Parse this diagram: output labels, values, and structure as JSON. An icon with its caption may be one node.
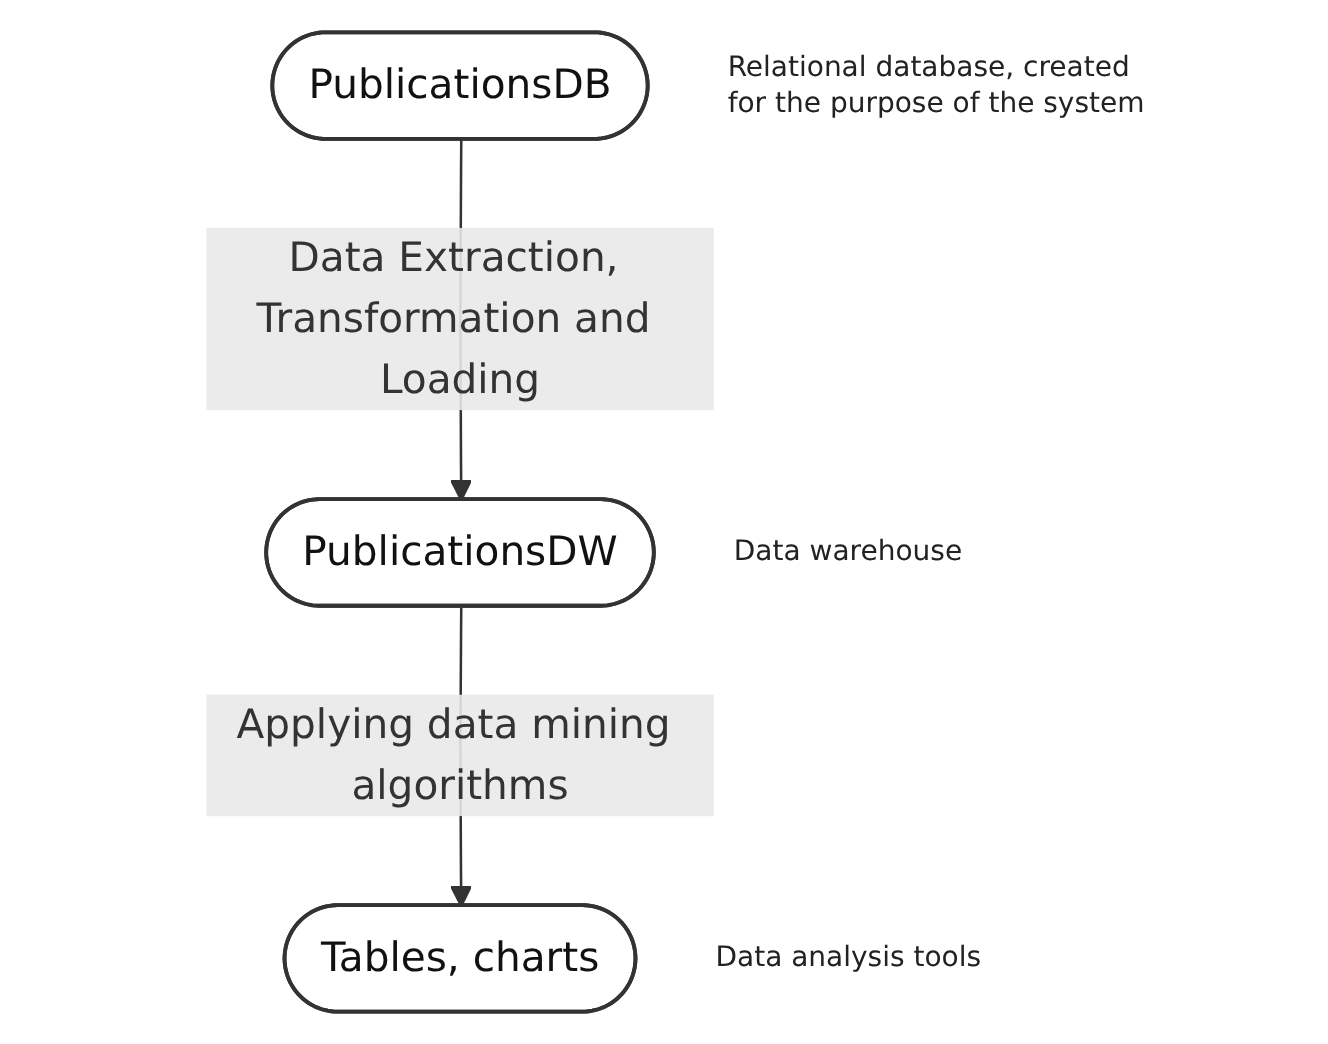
{
  "diagram": {
    "nodes": [
      {
        "text": [
          "PublicationsDB"
        ],
        "beside": [
          "Relational database, created for the purpose of the system"
        ]
      },
      {
        "text": [
          "PublicationsDW"
        ],
        "beside": [
          "Data warehouse"
        ]
      },
      {
        "text": [
          "Tables, charts"
        ],
        "beside": [
          "Data analysis tools"
        ]
      }
    ],
    "edges": [
      {
        "from": 0,
        "to": 1,
        "arrow": "to",
        "label": "Data Extraction, Transformation and Loading"
      },
      {
        "from": 1,
        "to": 2,
        "arrow": "to",
        "label": "Applying data mining algorithms"
      }
    ]
  }
}
